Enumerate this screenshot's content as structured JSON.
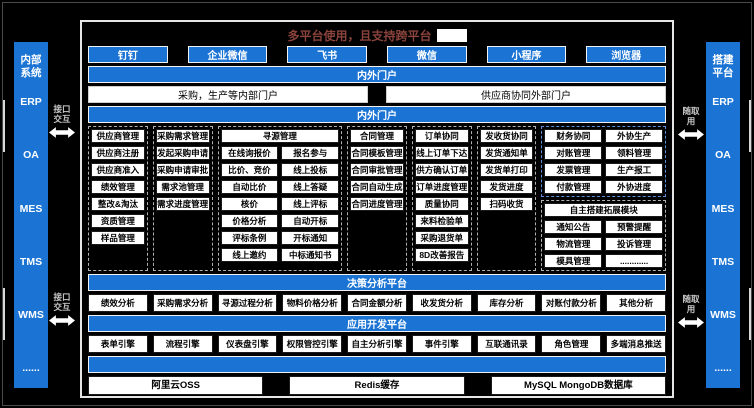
{
  "colors": {
    "accent_blue": "#1b74d4",
    "box_background": "#ffffff",
    "box_border": "#1a1a1a",
    "group_dash": "#b0b0b0",
    "finance_group_dash": "#5b8fd9",
    "title_text": "#8a423c",
    "background": "#000000"
  },
  "title": "多平台使用，且支持跨平台",
  "top_platforms": [
    "钉钉",
    "企业微信",
    "飞书",
    "微信",
    "小程序",
    "浏览器"
  ],
  "portal_bar_top": "内外门户",
  "portals": [
    "采购，生产等内部门户",
    "供应商协同外部门户"
  ],
  "portal_bar_inner": "内外门户",
  "left_sidebar": {
    "title": "内部\n系统",
    "items": [
      "ERP",
      "OA",
      "MES",
      "TMS",
      "WMS",
      "......"
    ]
  },
  "right_sidebar": {
    "title": "搭建\n平台",
    "items": [
      "ERP",
      "OA",
      "MES",
      "TMS",
      "WMS",
      "......"
    ]
  },
  "left_annotation": "接口\n交互",
  "right_annotation": "随取\n用",
  "module_columns": [
    {
      "header": "供应商管理",
      "span": 1,
      "items": [
        "供应商注册",
        "供应商准入",
        "绩效管理",
        "整改&淘汰",
        "资质管理",
        "样品管理"
      ]
    },
    {
      "header": "采购需求管理",
      "span": 1,
      "items": [
        "发起采购申请",
        "采购申请审批",
        "需求池管理",
        "需求进度管理"
      ]
    },
    {
      "header": "寻源管理",
      "span": 2,
      "pairs": [
        [
          "在线询报价",
          "报名参与"
        ],
        [
          "比价、竞价",
          "线上投标"
        ],
        [
          "自动比价",
          "线上答疑"
        ],
        [
          "核价",
          "线上评标"
        ],
        [
          "价格分析",
          "自动开标"
        ],
        [
          "评标条例",
          "开标通知"
        ],
        [
          "线上邀约",
          "中标通知书"
        ]
      ]
    },
    {
      "header": "合同管理",
      "span": 1,
      "items": [
        "合同模板管理",
        "合同审批管理",
        "合同自动生成",
        "合同进度管理"
      ]
    },
    {
      "header": "订单协同",
      "span": 1,
      "items": [
        "线上订单下达",
        "供方确认订单",
        "订单进度管理",
        "质量协同",
        "来料检验单",
        "采购退货单",
        "8D改善报告"
      ]
    },
    {
      "header": "发收货协同",
      "span": 1,
      "items": [
        "发货通知单",
        "发货单打印",
        "发货进度",
        "扫码收货"
      ]
    }
  ],
  "finance_group": {
    "headers": [
      "财务协同",
      "外协生产"
    ],
    "pairs": [
      [
        "对账管理",
        "领料管理"
      ],
      [
        "发票管理",
        "生产报工"
      ],
      [
        "付款管理",
        "外协进度"
      ]
    ]
  },
  "extension_group": {
    "header": "自主搭建拓展模块",
    "pairs": [
      [
        "通知公告",
        "预警提醒"
      ],
      [
        "物流管理",
        "投诉管理"
      ],
      [
        "模具管理",
        "............"
      ]
    ]
  },
  "analysis_platform": {
    "header": "决策分析平台",
    "items": [
      "绩效分析",
      "采购需求分析",
      "寻源过程分析",
      "物料价格分析",
      "合同金额分析",
      "收发货分析",
      "库存分析",
      "对账付款分析",
      "其他分析"
    ]
  },
  "dev_platform": {
    "header": "应用开发平台",
    "items": [
      "表单引擎",
      "流程引擎",
      "仪表盘引擎",
      "权限管控引擎",
      "自主分析引擎",
      "事件引擎",
      "互联通讯录",
      "角色管理",
      "多端消息推送"
    ]
  },
  "infrastructure": [
    "阿里云OSS",
    "Redis缓存",
    "MySQL MongoDB数据库"
  ]
}
